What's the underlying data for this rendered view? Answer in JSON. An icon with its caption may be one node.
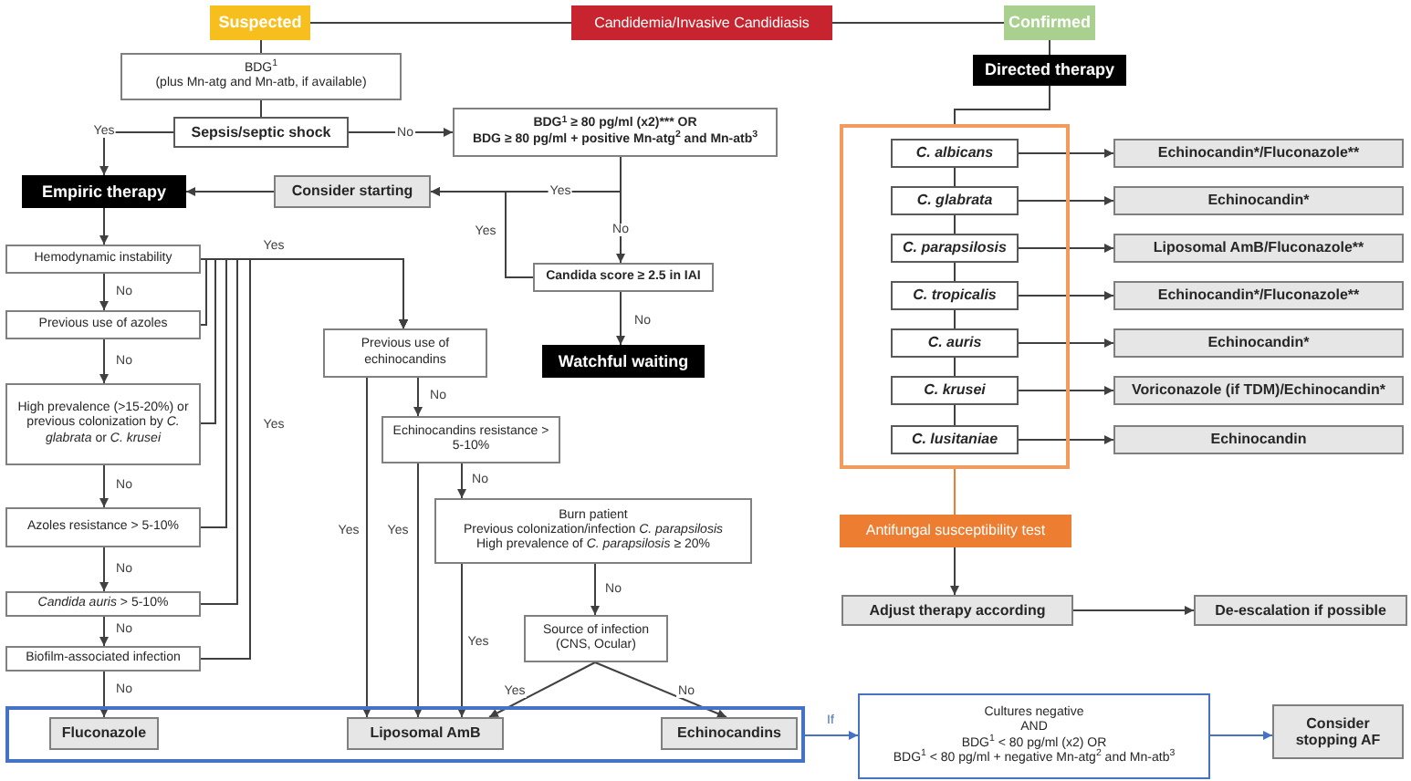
{
  "diagram": {
    "nodes": [
      {
        "text": [
          "Suspected"
        ]
      },
      {
        "text": [
          "Candidemia/Invasive Candidiasis"
        ]
      },
      {
        "text": [
          "Confirmed"
        ]
      },
      {
        "text": [
          "BDG$^{1}$",
          "(plus Mn-atg and Mn-atb, if available)"
        ]
      },
      {
        "text": [
          "Sepsis/septic shock"
        ]
      },
      {
        "text": [
          "BDG$^{1}$ ≥ 80 pg/ml (x2)*** OR",
          "BDG ≥ 80 pg/ml + positive Mn-atg$^{2}$ and Mn-atb$^{3}$"
        ]
      },
      {
        "text": [
          "Empiric therapy"
        ]
      },
      {
        "text": [
          "Consider starting"
        ]
      },
      {
        "text": [
          "Hemodynamic instability"
        ]
      },
      {
        "text": [
          "Previous use of azoles"
        ]
      },
      {
        "text": [
          "High prevalence (>15-20%) or previous colonization by *C. glabrata* or *C. krusei*"
        ]
      },
      {
        "text": [
          "Azoles resistance > 5-10%"
        ]
      },
      {
        "text": [
          "*Candida auris* > 5-10%"
        ]
      },
      {
        "text": [
          "Biofilm-associated infection"
        ]
      },
      {
        "text": [
          "Previous use of echinocandins"
        ]
      },
      {
        "text": [
          "Echinocandins resistance > 5-10%"
        ]
      },
      {
        "text": [
          "Burn patient",
          "Previous colonization/infection *C. parapsilosis*",
          "High prevalence of *C. parapsilosis* ≥ 20%"
        ]
      },
      {
        "text": [
          "Source of infection (CNS, Ocular)"
        ]
      },
      {
        "text": [
          "Candida score ≥ 2.5 in IAI"
        ]
      },
      {
        "text": [
          "Watchful waiting"
        ]
      },
      {
        "text": [],
        "shape": "box"
      },
      {
        "text": [
          "Fluconazole"
        ],
        "in": 20
      },
      {
        "text": [
          "Liposomal AmB"
        ],
        "in": 20
      },
      {
        "text": [
          "Echinocandins"
        ],
        "in": 20
      },
      {
        "text": [
          "Cultures negative",
          "AND",
          "BDG$^{1}$ < 80 pg/ml (x2) OR",
          "BDG$^{1}$ < 80 pg/ml + negative Mn-atg$^{2}$ and Mn-atb$^{3}$"
        ]
      },
      {
        "text": [
          "Consider stopping AF"
        ]
      },
      {
        "text": [
          "Directed therapy"
        ]
      },
      {
        "text": [],
        "shape": "box"
      },
      {
        "text": [
          "C. albicans"
        ],
        "in": 27
      },
      {
        "text": [
          "C. glabrata"
        ],
        "in": 27
      },
      {
        "text": [
          "C. parapsilosis"
        ],
        "in": 27
      },
      {
        "text": [
          "C. tropicalis"
        ],
        "in": 27
      },
      {
        "text": [
          "C. auris"
        ],
        "in": 27
      },
      {
        "text": [
          "C. krusei"
        ],
        "in": 27
      },
      {
        "text": [
          "C. lusitaniae"
        ],
        "in": 27
      },
      {
        "text": [
          "Echinocandin*/Fluconazole**"
        ]
      },
      {
        "text": [
          "Echinocandin*"
        ]
      },
      {
        "text": [
          "Liposomal AmB/Fluconazole**"
        ]
      },
      {
        "text": [
          "Echinocandin*/Fluconazole**"
        ]
      },
      {
        "text": [
          "Echinocandin*"
        ]
      },
      {
        "text": [
          "Voriconazole (if TDM)/Echinocandin*"
        ]
      },
      {
        "text": [
          "Echinocandin"
        ]
      },
      {
        "text": [
          "Antifungal susceptibility test"
        ]
      },
      {
        "text": [
          "Adjust therapy according"
        ]
      },
      {
        "text": [
          "De-escalation if possible"
        ]
      }
    ],
    "edges": [
      {
        "from": 0,
        "to": 1,
        "arrow": "none"
      },
      {
        "from": 1,
        "to": 2,
        "arrow": "none"
      },
      {
        "from": 0,
        "to": 3,
        "arrow": "none"
      },
      {
        "from": 3,
        "to": 4,
        "arrow": "none"
      },
      {
        "from": 4,
        "to": 6,
        "arrow": "to",
        "label": "Yes"
      },
      {
        "from": 4,
        "to": 5,
        "arrow": "to",
        "label": "No"
      },
      {
        "from": 5,
        "to": 7,
        "arrow": "to",
        "label": "Yes"
      },
      {
        "from": 5,
        "to": 18,
        "arrow": "to",
        "label": "No"
      },
      {
        "from": 18,
        "to": 7,
        "arrow": "to",
        "label": "Yes"
      },
      {
        "from": 18,
        "to": 19,
        "arrow": "to",
        "label": "No"
      },
      {
        "from": 7,
        "to": 6,
        "arrow": "to"
      },
      {
        "from": 6,
        "to": 8,
        "arrow": "to"
      },
      {
        "from": 8,
        "to": 9,
        "arrow": "to",
        "label": "No"
      },
      {
        "from": 9,
        "to": 10,
        "arrow": "to",
        "label": "No"
      },
      {
        "from": 10,
        "to": 11,
        "arrow": "to",
        "label": "No"
      },
      {
        "from": 11,
        "to": 12,
        "arrow": "to",
        "label": "No"
      },
      {
        "from": 12,
        "to": 13,
        "arrow": "to",
        "label": "No"
      },
      {
        "from": 13,
        "to": 21,
        "arrow": "to",
        "label": "No"
      },
      {
        "from": 8,
        "to": 14,
        "arrow": "to",
        "label": "Yes"
      },
      {
        "from": 9,
        "to": 14,
        "arrow": "to"
      },
      {
        "from": 10,
        "to": 14,
        "arrow": "to"
      },
      {
        "from": 11,
        "to": 14,
        "arrow": "to"
      },
      {
        "from": 12,
        "to": 14,
        "arrow": "to"
      },
      {
        "from": 13,
        "to": 14,
        "arrow": "to",
        "label": "Yes"
      },
      {
        "from": 14,
        "to": 22,
        "arrow": "to",
        "label": "Yes"
      },
      {
        "from": 14,
        "to": 15,
        "arrow": "to",
        "label": "No"
      },
      {
        "from": 15,
        "to": 22,
        "arrow": "to",
        "label": "Yes"
      },
      {
        "from": 15,
        "to": 16,
        "arrow": "to",
        "label": "No"
      },
      {
        "from": 16,
        "to": 22,
        "arrow": "to",
        "label": "Yes"
      },
      {
        "from": 16,
        "to": 17,
        "arrow": "to",
        "label": "No"
      },
      {
        "from": 17,
        "to": 22,
        "arrow": "to",
        "label": "Yes"
      },
      {
        "from": 17,
        "to": 23,
        "arrow": "to",
        "label": "No"
      },
      {
        "from": 20,
        "to": 24,
        "arrow": "to",
        "label": "If",
        "color": "#4472c4"
      },
      {
        "from": 24,
        "to": 25,
        "arrow": "to",
        "color": "#4472c4"
      },
      {
        "from": 2,
        "to": 26,
        "arrow": "none"
      },
      {
        "from": 26,
        "to": 27,
        "arrow": "none"
      },
      {
        "from": 28,
        "to": 29,
        "arrow": "none"
      },
      {
        "from": 29,
        "to": 30,
        "arrow": "none"
      },
      {
        "from": 30,
        "to": 31,
        "arrow": "none"
      },
      {
        "from": 31,
        "to": 32,
        "arrow": "none"
      },
      {
        "from": 32,
        "to": 33,
        "arrow": "none"
      },
      {
        "from": 33,
        "to": 34,
        "arrow": "none"
      },
      {
        "from": 28,
        "to": 35,
        "arrow": "to"
      },
      {
        "from": 29,
        "to": 36,
        "arrow": "to"
      },
      {
        "from": 30,
        "to": 37,
        "arrow": "to"
      },
      {
        "from": 31,
        "to": 38,
        "arrow": "to"
      },
      {
        "from": 32,
        "to": 39,
        "arrow": "to"
      },
      {
        "from": 33,
        "to": 40,
        "arrow": "to"
      },
      {
        "from": 34,
        "to": 41,
        "arrow": "to"
      },
      {
        "from": 27,
        "to": 42,
        "arrow": "none",
        "color": "#ed7d31"
      },
      {
        "from": 42,
        "to": 43,
        "arrow": "to"
      },
      {
        "from": 43,
        "to": 44,
        "arrow": "to"
      }
    ]
  }
}
